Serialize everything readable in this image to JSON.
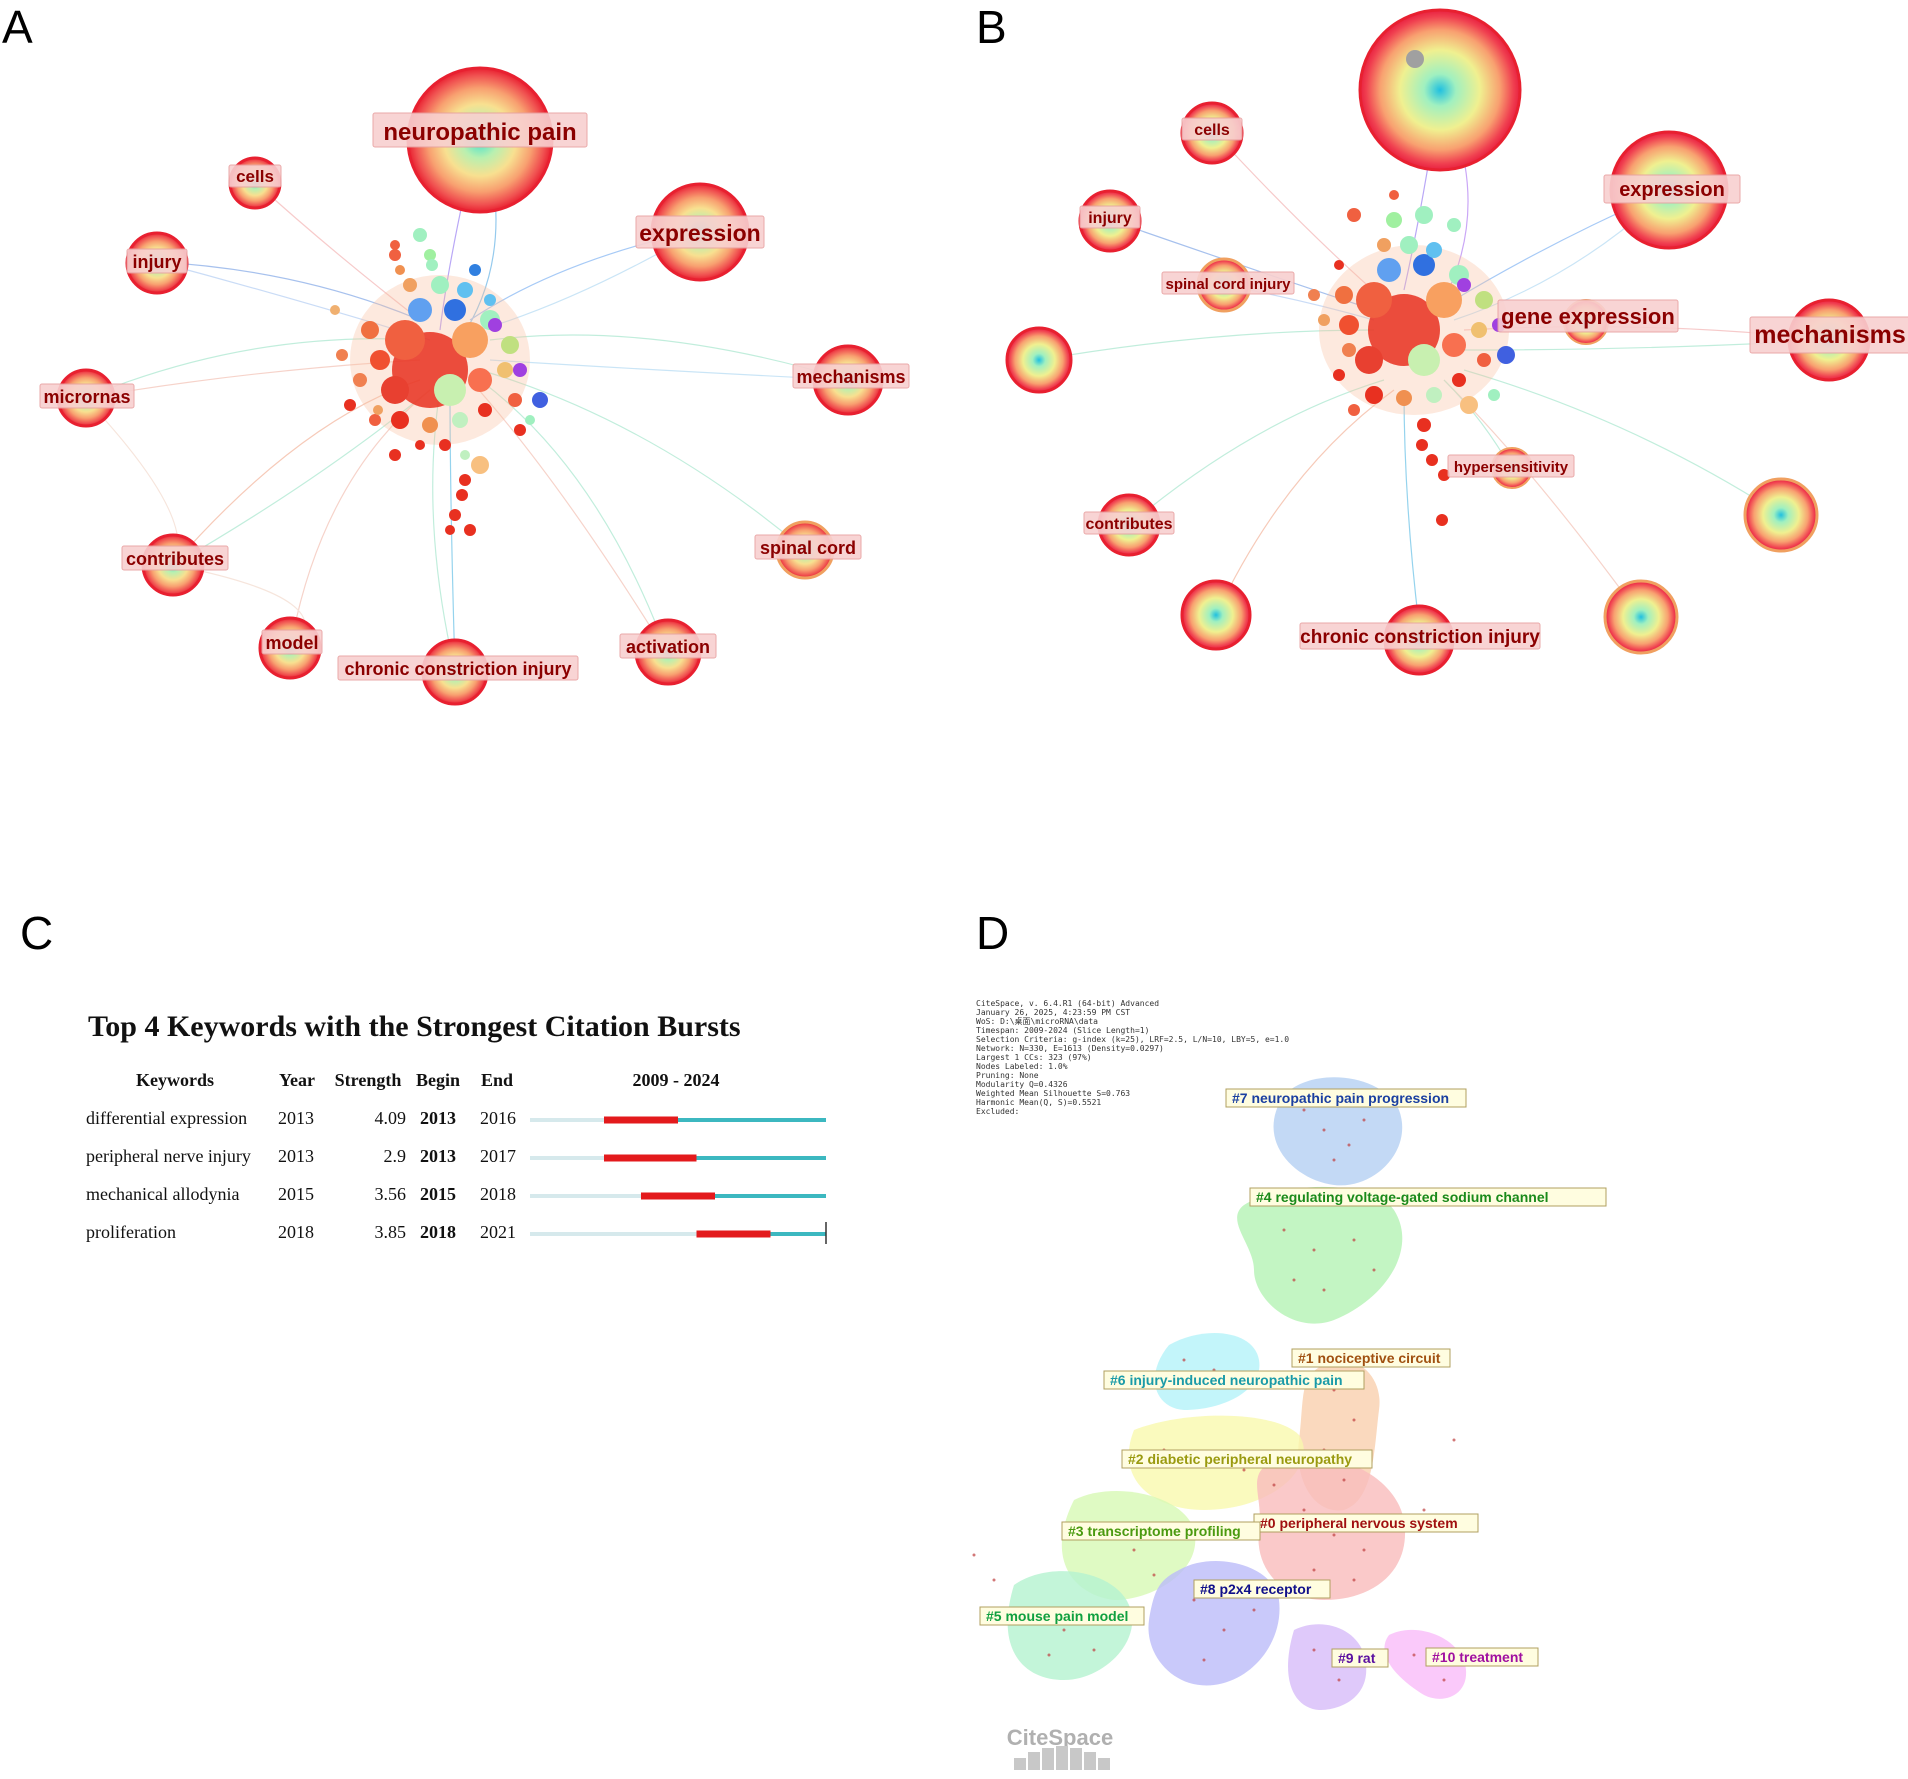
{
  "panels": {
    "a": {
      "letter": "A",
      "labels": [
        "neuropathic pain",
        "expression",
        "cells",
        "injury",
        "micrornas",
        "mechanisms",
        "spinal cord",
        "contributes",
        "model",
        "chronic constriction injury",
        "activation"
      ]
    },
    "b": {
      "letter": "B",
      "labels": [
        "cells",
        "expression",
        "injury",
        "spinal cord injury",
        "gene expression",
        "mechanisms",
        "hypersensitivity",
        "contributes",
        "chronic constriction injury"
      ]
    },
    "c": {
      "letter": "C",
      "title": "Top 4 Keywords with the Strongest Citation Bursts",
      "headers": {
        "keywords": "Keywords",
        "year": "Year",
        "strength": "Strength",
        "begin": "Begin",
        "end": "End",
        "range": "2009 - 2024"
      },
      "range_start": 2009,
      "range_end": 2024,
      "rows": [
        {
          "keyword": "differential expression",
          "year": "2013",
          "strength": "4.09",
          "begin": "2013",
          "end": "2016"
        },
        {
          "keyword": "peripheral nerve injury",
          "year": "2013",
          "strength": "2.9",
          "begin": "2013",
          "end": "2017"
        },
        {
          "keyword": "mechanical allodynia",
          "year": "2015",
          "strength": "3.56",
          "begin": "2015",
          "end": "2018"
        },
        {
          "keyword": "proliferation",
          "year": "2018",
          "strength": "3.85",
          "begin": "2018",
          "end": "2021"
        }
      ],
      "colors": {
        "before": "#d6e9ec",
        "burst": "#e31a1c",
        "after": "#3cb8c0"
      }
    },
    "d": {
      "letter": "D",
      "info": [
        "CiteSpace, v. 6.4.R1 (64-bit) Advanced",
        "January 26, 2025, 4:23:59 PM CST",
        "WoS: D:\\桌面\\microRNA\\data",
        "Timespan: 2009-2024 (Slice Length=1)",
        "Selection Criteria: g-index (k=25), LRF=2.5, L/N=10, LBY=5, e=1.0",
        "Network: N=330, E=1613 (Density=0.0297)",
        "Largest 1 CCs: 323 (97%)",
        "Nodes Labeled: 1.0%",
        "Pruning: None",
        "Modularity Q=0.4326",
        "Weighted Mean Silhouette S=0.763",
        "Harmonic Mean(Q, S)=0.5521",
        "Excluded:"
      ],
      "clusters": [
        {
          "label": "#7 neuropathic pain progression",
          "color": "#1a3fa0",
          "fill": "#a8c8f0"
        },
        {
          "label": "#4 regulating voltage-gated sodium channel",
          "color": "#1a8a1a",
          "fill": "#a8f0a8"
        },
        {
          "label": "#1 nociceptive circuit",
          "color": "#a05010",
          "fill": "#f8c8a0"
        },
        {
          "label": "#6 injury-induced neuropathic pain",
          "color": "#1a9aa8",
          "fill": "#a8f0f8"
        },
        {
          "label": "#2 diabetic peripheral neuropathy",
          "color": "#9a9a10",
          "fill": "#f8f8a0"
        },
        {
          "label": "#3 transcriptome profiling",
          "color": "#4a9a10",
          "fill": "#d0f8a8"
        },
        {
          "label": "#0 peripheral nervous system",
          "color": "#a01010",
          "fill": "#f8b0b0"
        },
        {
          "label": "#8 p2x4 receptor",
          "color": "#10108a",
          "fill": "#b0b0f8"
        },
        {
          "label": "#5 mouse pain model",
          "color": "#10a040",
          "fill": "#a8f0c8"
        },
        {
          "label": "#9 rat",
          "color": "#5a10a0",
          "fill": "#d0b0f8"
        },
        {
          "label": "#10 treatment",
          "color": "#a010a0",
          "fill": "#f8b0f8"
        }
      ],
      "watermark": "CiteSpace"
    }
  }
}
